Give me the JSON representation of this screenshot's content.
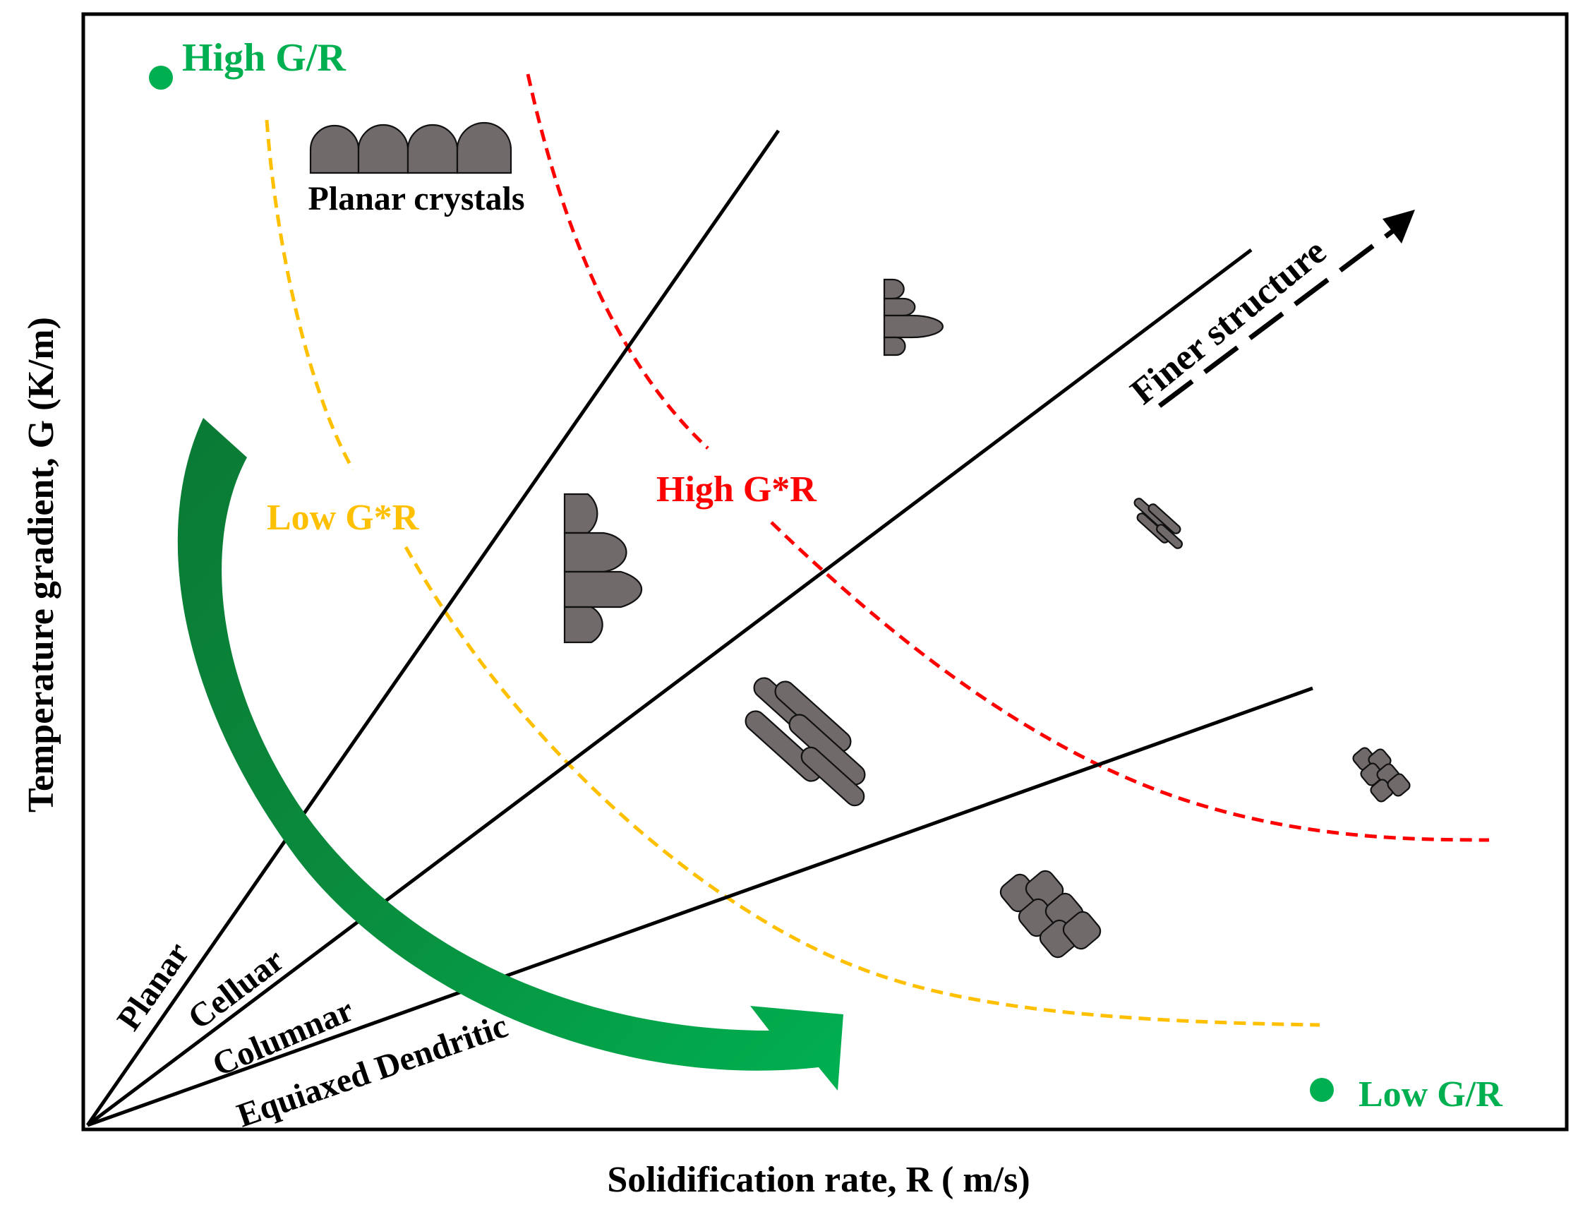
{
  "axes": {
    "x_label": "Solidification rate, R ( m/s)",
    "y_label": "Temperature gradient, G (K/m)"
  },
  "regions": {
    "planar": "Planar",
    "cellular": "Celluar",
    "columnar": "Columnar",
    "equiaxed": "Equiaxed Dendritic"
  },
  "curves": {
    "low_gr_product": "Low G*R",
    "high_gr_product": "High G*R"
  },
  "markers": {
    "high_g_over_r": "High G/R",
    "low_g_over_r": "Low G/R"
  },
  "labels": {
    "planar_crystals": "Planar crystals",
    "finer_structure": "Finer structure"
  },
  "colors": {
    "green": "#00b050",
    "dark_green": "#0a7a35",
    "yellow": "#ffc000",
    "red": "#ff0000",
    "black": "#000000",
    "crystal_fill": "#706a6a"
  }
}
